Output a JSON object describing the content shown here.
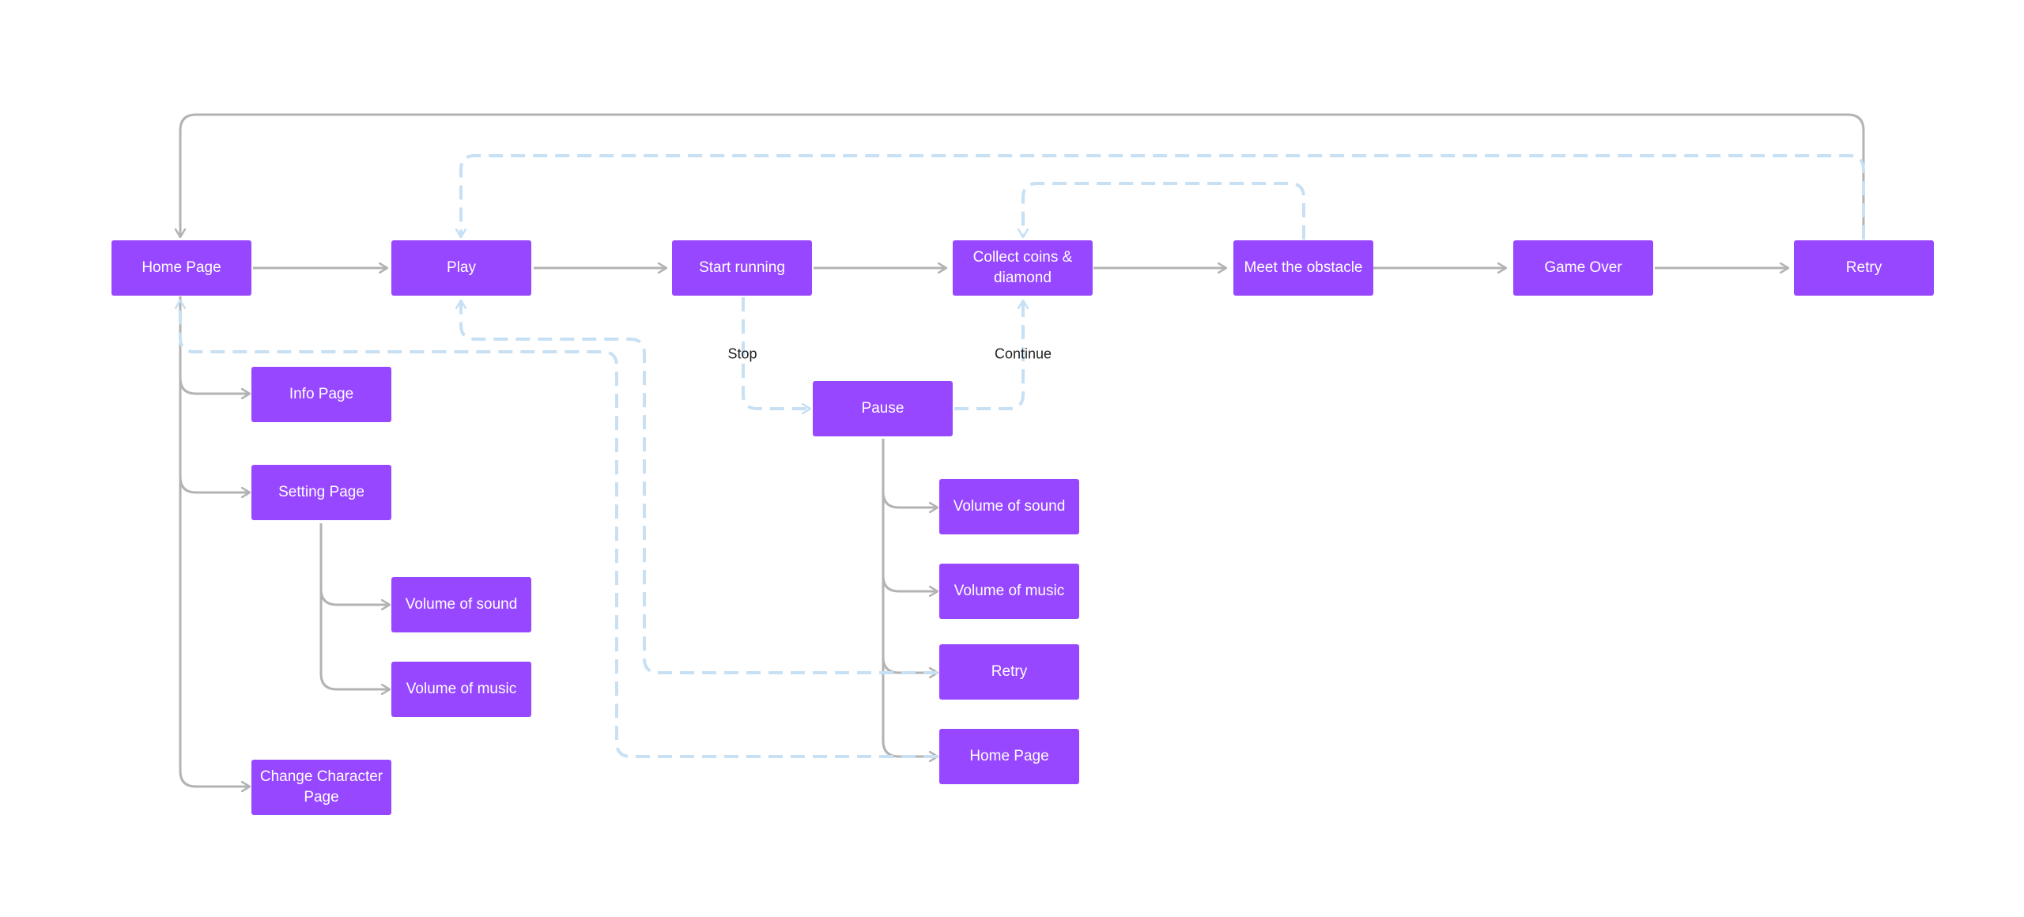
{
  "colors": {
    "node_fill": "#9747ff",
    "node_text": "#ffffff",
    "solid_connector": "#b3b3b3",
    "dashed_connector": "#c7e0f4",
    "label_text": "#1e1e1e"
  },
  "nodes": {
    "home": "Home Page",
    "play": "Play",
    "start_running": "Start running",
    "collect": "Collect coins & diamond",
    "obstacle": "Meet the obstacle",
    "game_over": "Game Over",
    "retry_top": "Retry",
    "info": "Info Page",
    "setting": "Setting Page",
    "setting_sound": "Volume of sound",
    "setting_music": "Volume of music",
    "change_character": "Change Character Page",
    "pause": "Pause",
    "pause_sound": "Volume of sound",
    "pause_music": "Volume of music",
    "pause_retry": "Retry",
    "pause_home": "Home Page"
  },
  "edge_labels": {
    "stop": "Stop",
    "continue": "Continue"
  }
}
